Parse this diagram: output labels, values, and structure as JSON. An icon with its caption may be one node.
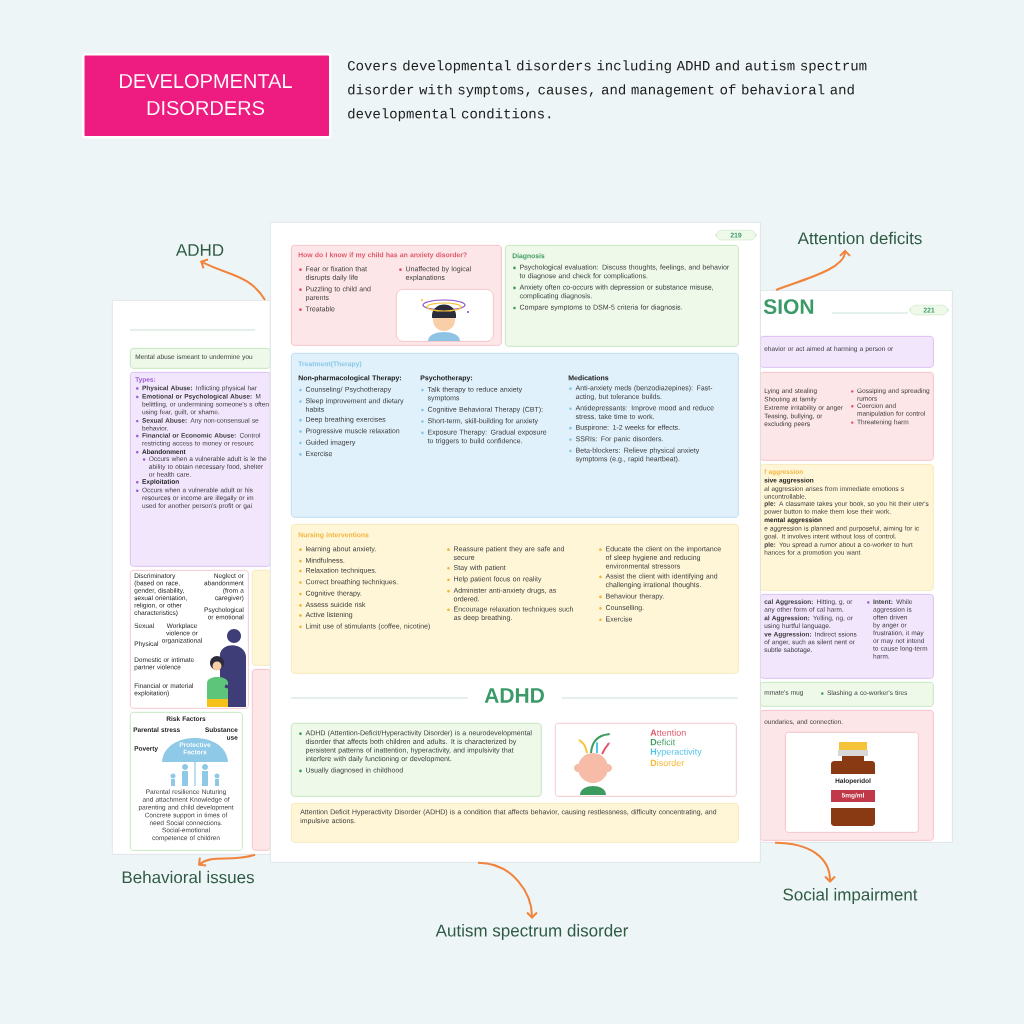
{
  "diagram": {
    "title": "DEVELOPMENTAL DISORDERS",
    "caption": "Covers developmental disorders including ADHD and autism spectrum disorder with symptoms, causes, and management of behavioral and developmental conditions.",
    "nodes": [
      {
        "text": [],
        "shape": "box"
      },
      {
        "text": [
          "Mental abuse ismeant to undermine you"
        ],
        "in": 0
      },
      {
        "text": [
          "Types:",
          "**Physical Abuse:** Inflicting physical har",
          "**Emotional or Psychological Abuse:** M belittling, or undermining someone's s often using fear, guilt, or shame.",
          "**Sexual Abuse:** Any non-consensual se behavior.",
          "**Financial or Economic Abuse:** Control restricting access to money or resourc",
          "Abandonment",
          "Occurs when a vulnerable adult is le the ability to obtain necessary food, shelter or health care.",
          "Exploitation",
          "Occurs when a vulnerable adult or his resources or income are illegally or im used for another person's profit or gai"
        ],
        "in": 0
      },
      {
        "text": [
          "Discriminatory (based on race, gender, disability, sexual orientation, religion, or other characteristics)",
          "Neglect or abandonment (from a caregiver)",
          "Psychological or emotional",
          "Sexual",
          "Workplace violence or organizational",
          "Physical",
          "Domestic or intimate partner violence",
          "Financial or material exploitation)"
        ],
        "in": 0
      },
      {
        "text": [
          "Risk Factors",
          "Parental stress",
          "Substance use",
          "Poverty",
          "Protective Factors",
          "Parental resilience Nuturing and attachment Knowledge of parenting and child development Concrete support in times of need Social connections.",
          "Social-emotional competence of children"
        ],
        "in": 0
      },
      {
        "text": [],
        "shape": "box",
        "in": 0
      },
      {
        "text": [],
        "shape": "box",
        "in": 0
      },
      {
        "text": [
          "219",
          "ADHD"
        ]
      },
      {
        "text": [
          "How do I know if my child has an anxiety disorder?",
          "Fear or fixation that disrupts daily life",
          "Puzzling to child and parents",
          "Treatable",
          "Unaffected by logical explanations"
        ],
        "in": 7
      },
      {
        "text": [],
        "shape": "picture",
        "in": 8
      },
      {
        "text": [
          "Diagnosis",
          "Psychological evaluation: Discuss thoughts, feelings, and behavior to diagnose and check for complications.",
          "Anxiety often co-occurs with depression or substance misuse, complicating diagnosis.",
          "Compare symptoms to DSM-5 criteria for diagnosis."
        ],
        "in": 7
      },
      {
        "text": [
          "Treatment(Therapy)",
          "Non-pharmacological Therapy:",
          "Counseling/ Psychotherapy",
          "Sleep improvement and dietary habits",
          "Deep breathing exercises",
          "Progressive muscle relaxation",
          "Guided imagery",
          "Exercise",
          "Psychotherapy:",
          "Talk therapy to reduce anxiety symptoms",
          "Cognitive Behavioral Therapy (CBT):",
          "Short-term, skill-building for anxiety",
          "Exposure Therapy: Gradual exposure to triggers to build confidence.",
          "Medications",
          "Anti-anxiety meds (benzodiazepines): Fast-acting, but tolerance builds.",
          "Antidepressants: Improve mood and reduce stress, take time to work.",
          "Buspirone: 1-2 weeks for effects.",
          "SSRIs: For panic disorders.",
          "Beta-blockers: Relieve physical anxiety symptoms (e.g., rapid heartbeat)."
        ],
        "in": 7
      },
      {
        "text": [
          "Nursing interventions",
          "learning about anxiety.",
          "Mindfulness.",
          "Relaxation techniques.",
          "Correct breathing techniques.",
          "Cognitive therapy.",
          "Assess suicide risk",
          "Active listening",
          "Limit use of stimulants (coffee, nicotine)",
          "Reassure patient they are safe and secure",
          "Stay with patient",
          "Help patient focus on reality",
          "Administer anti-anxiety drugs, as ordered.",
          "Encourage relaxation techniques such as deep breathing.",
          "Educate the client on the importance of sleep hygiene and reducing environmental stressors",
          "Assist the client with identifying and challenging irrational thoughts.",
          "Behaviour therapy.",
          "Counselling.",
          "Exercise"
        ],
        "in": 7
      },
      {
        "text": [
          "ADHD (Attention-Deficit/Hyperactivity Disorder) is a neurodevelopmental disorder that affects both children and adults. It is characterized by persistent patterns of inattention, hyperactivity, and impulsivity that interfere with daily functioning or development.",
          "Usually diagnosed in childhood"
        ],
        "in": 7
      },
      {
        "text": [
          "**A**ttention",
          "**D**eficit",
          "**H**yperactivity",
          "**D**isorder"
        ],
        "in": 7
      },
      {
        "text": [
          "Attention Deficit Hyperactivity Disorder (ADHD) is a condition that affects behavior, causing restlessness, difficulty concentrating, and impulsive actions."
        ],
        "in": 7
      },
      {
        "text": [
          "SION",
          "221"
        ]
      },
      {
        "text": [
          "ehavior or act aimed at harming a person or"
        ],
        "in": 16
      },
      {
        "text": [
          "Lying and stealing",
          "Shouting at family",
          "Extreme irritability or anger",
          "Teasing, bullying, or excluding peers",
          "Gossiping and spreading rumors",
          "Coercion and manipulation for control",
          "Threatening harm"
        ],
        "in": 16
      },
      {
        "text": [
          "f aggression",
          "sive aggression",
          "al aggression arises from immediate emotions s uncontrollable.",
          "**ple:** A classmate takes your book, so you hit their uter's power button to make them lose their work.",
          "mental aggression",
          "e aggression is planned and purposeful, aiming for ic goal. It involves intent without loss of control.",
          "**ple:** You spread a rumor about a co-worker to hurt hances for a promotion you want"
        ],
        "in": 16
      },
      {
        "text": [
          "**cal Aggression:** Hitting, g, or any other form of cal harm.",
          "**al Aggression:** Yelling, ng, or using hurtful language.",
          "**ve Aggression:** Indirect ssions of anger, such as silent nent or subtle sabotage.",
          "**Intent:** While aggression is often driven by anger or frustration, it may or may not intend to cause long-term harm."
        ],
        "in": 16
      },
      {
        "text": [
          "mmate's mug",
          "Slashing a co-worker's tires"
        ],
        "in": 16
      },
      {
        "text": [
          "oundaries, and connection."
        ],
        "in": 16
      },
      {
        "text": [
          "Haloperidol",
          "5mg/ml"
        ],
        "in": 22
      },
      {
        "text": [
          "ADHD"
        ]
      },
      {
        "text": [
          "Attention deficits"
        ]
      },
      {
        "text": [
          "Behavioral issues"
        ]
      },
      {
        "text": [
          "Autism spectrum disorder"
        ]
      },
      {
        "text": [
          "Social impairment"
        ]
      }
    ],
    "edges": [
      {
        "from": 0,
        "to": 24,
        "arrow": "to"
      },
      {
        "from": 16,
        "to": 25,
        "arrow": "to"
      },
      {
        "from": 0,
        "to": 26,
        "arrow": "to"
      },
      {
        "from": 7,
        "to": 27,
        "arrow": "to"
      },
      {
        "from": 16,
        "to": 28,
        "arrow": "to"
      }
    ]
  }
}
